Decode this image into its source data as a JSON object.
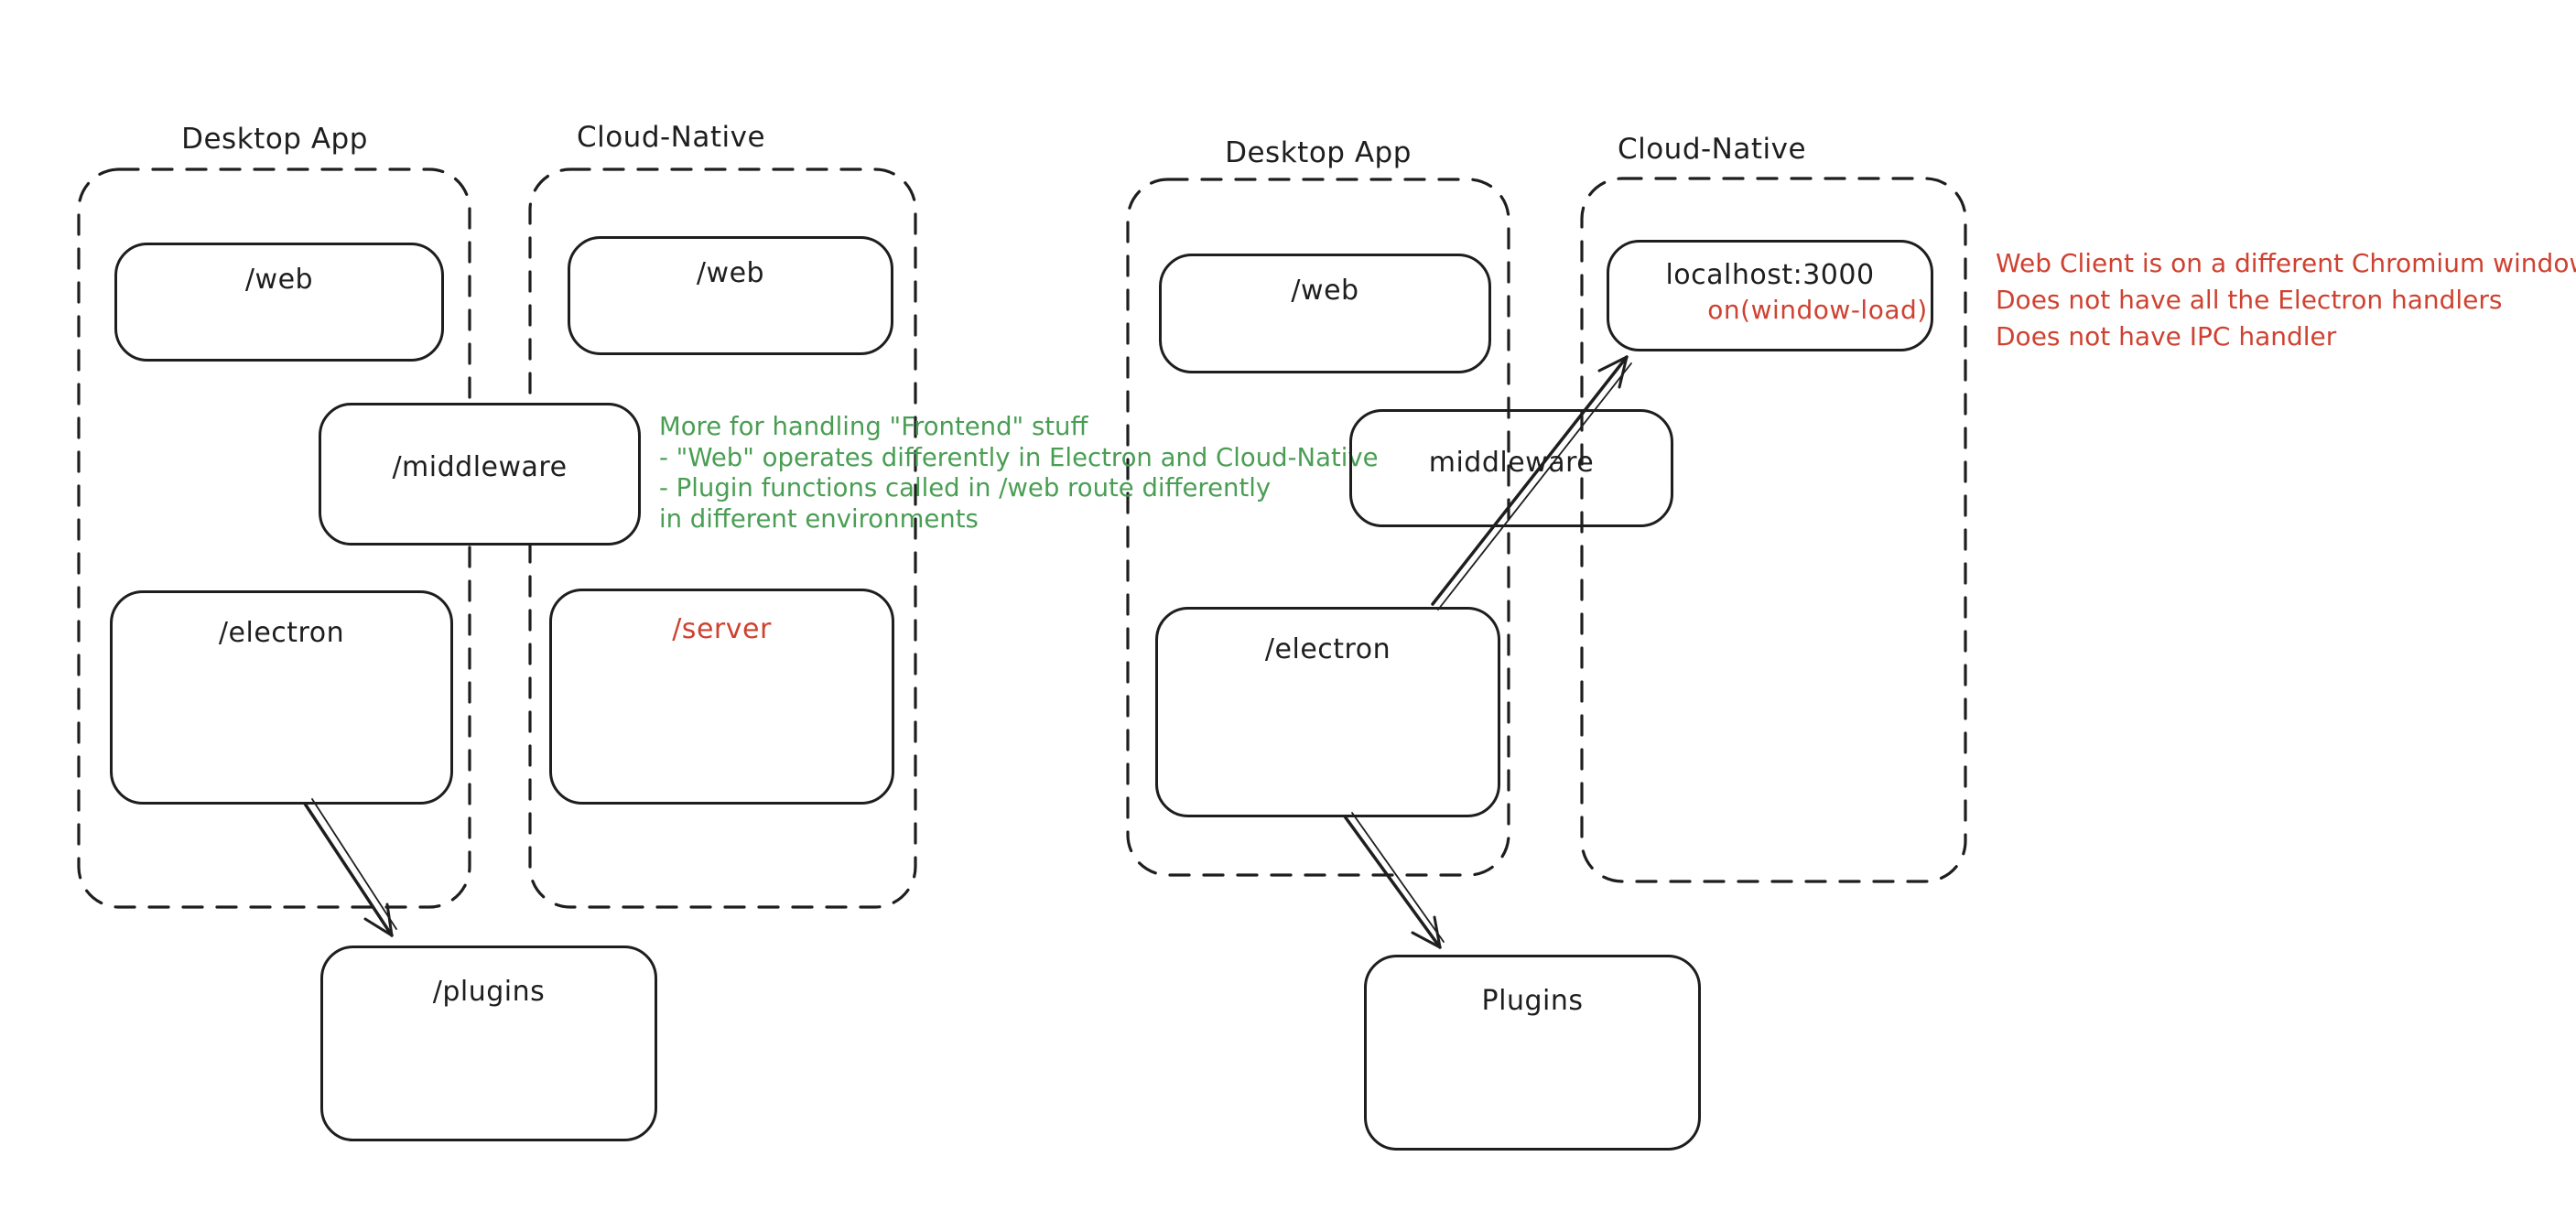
{
  "colors": {
    "ink": "#1e1e1e",
    "red": "#cf4130",
    "green": "#4a9e54",
    "background": "#ffffff"
  },
  "left": {
    "desktop_title": "Desktop App",
    "cloud_title": "Cloud-Native",
    "desktop_web": "/web",
    "cloud_web": "/web",
    "middleware": "/middleware",
    "electron": "/electron",
    "server": "/server",
    "plugins": "/plugins",
    "note_lines": [
      "More for handling \"Frontend\" stuff",
      "- \"Web\" operates differently in Electron and Cloud-Native",
      "- Plugin functions called in /web route differently",
      "in different environments"
    ]
  },
  "right": {
    "desktop_title": "Desktop App",
    "cloud_title": "Cloud-Native",
    "web": "/web",
    "localhost": "localhost:3000",
    "window_load": "on(window-load)",
    "middleware": "middleware",
    "electron": "/electron",
    "plugins": "Plugins",
    "note_lines": [
      "Web Client is on a different Chromium window",
      "Does not have all the Electron handlers",
      "Does not have IPC handler"
    ]
  }
}
